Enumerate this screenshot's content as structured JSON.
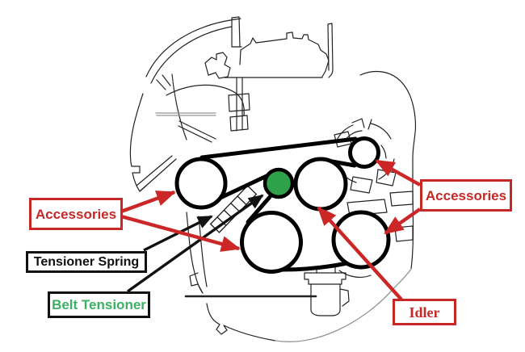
{
  "diagram": {
    "type": "engine-serpentine-belt-routing",
    "labels": {
      "accessories_left": "Accessories",
      "tensioner_spring": "Tensioner Spring",
      "belt_tensioner": "Belt Tensioner",
      "accessories_right": "Accessories",
      "idler": "Idler"
    },
    "colors": {
      "label_red": "#c62828",
      "arrow_red": "#cb2727",
      "label_green": "#3cb064",
      "tensioner_green": "#2fa14b",
      "line_black": "#111111"
    },
    "components": [
      {
        "name": "accessory-pulley-left"
      },
      {
        "name": "accessory-pulley-top-right"
      },
      {
        "name": "accessory-pulley-bottom-right"
      },
      {
        "name": "idler-pulley"
      },
      {
        "name": "crankshaft-pulley"
      },
      {
        "name": "belt-tensioner-pulley"
      },
      {
        "name": "tensioner-spring"
      },
      {
        "name": "drive-belt"
      }
    ]
  }
}
